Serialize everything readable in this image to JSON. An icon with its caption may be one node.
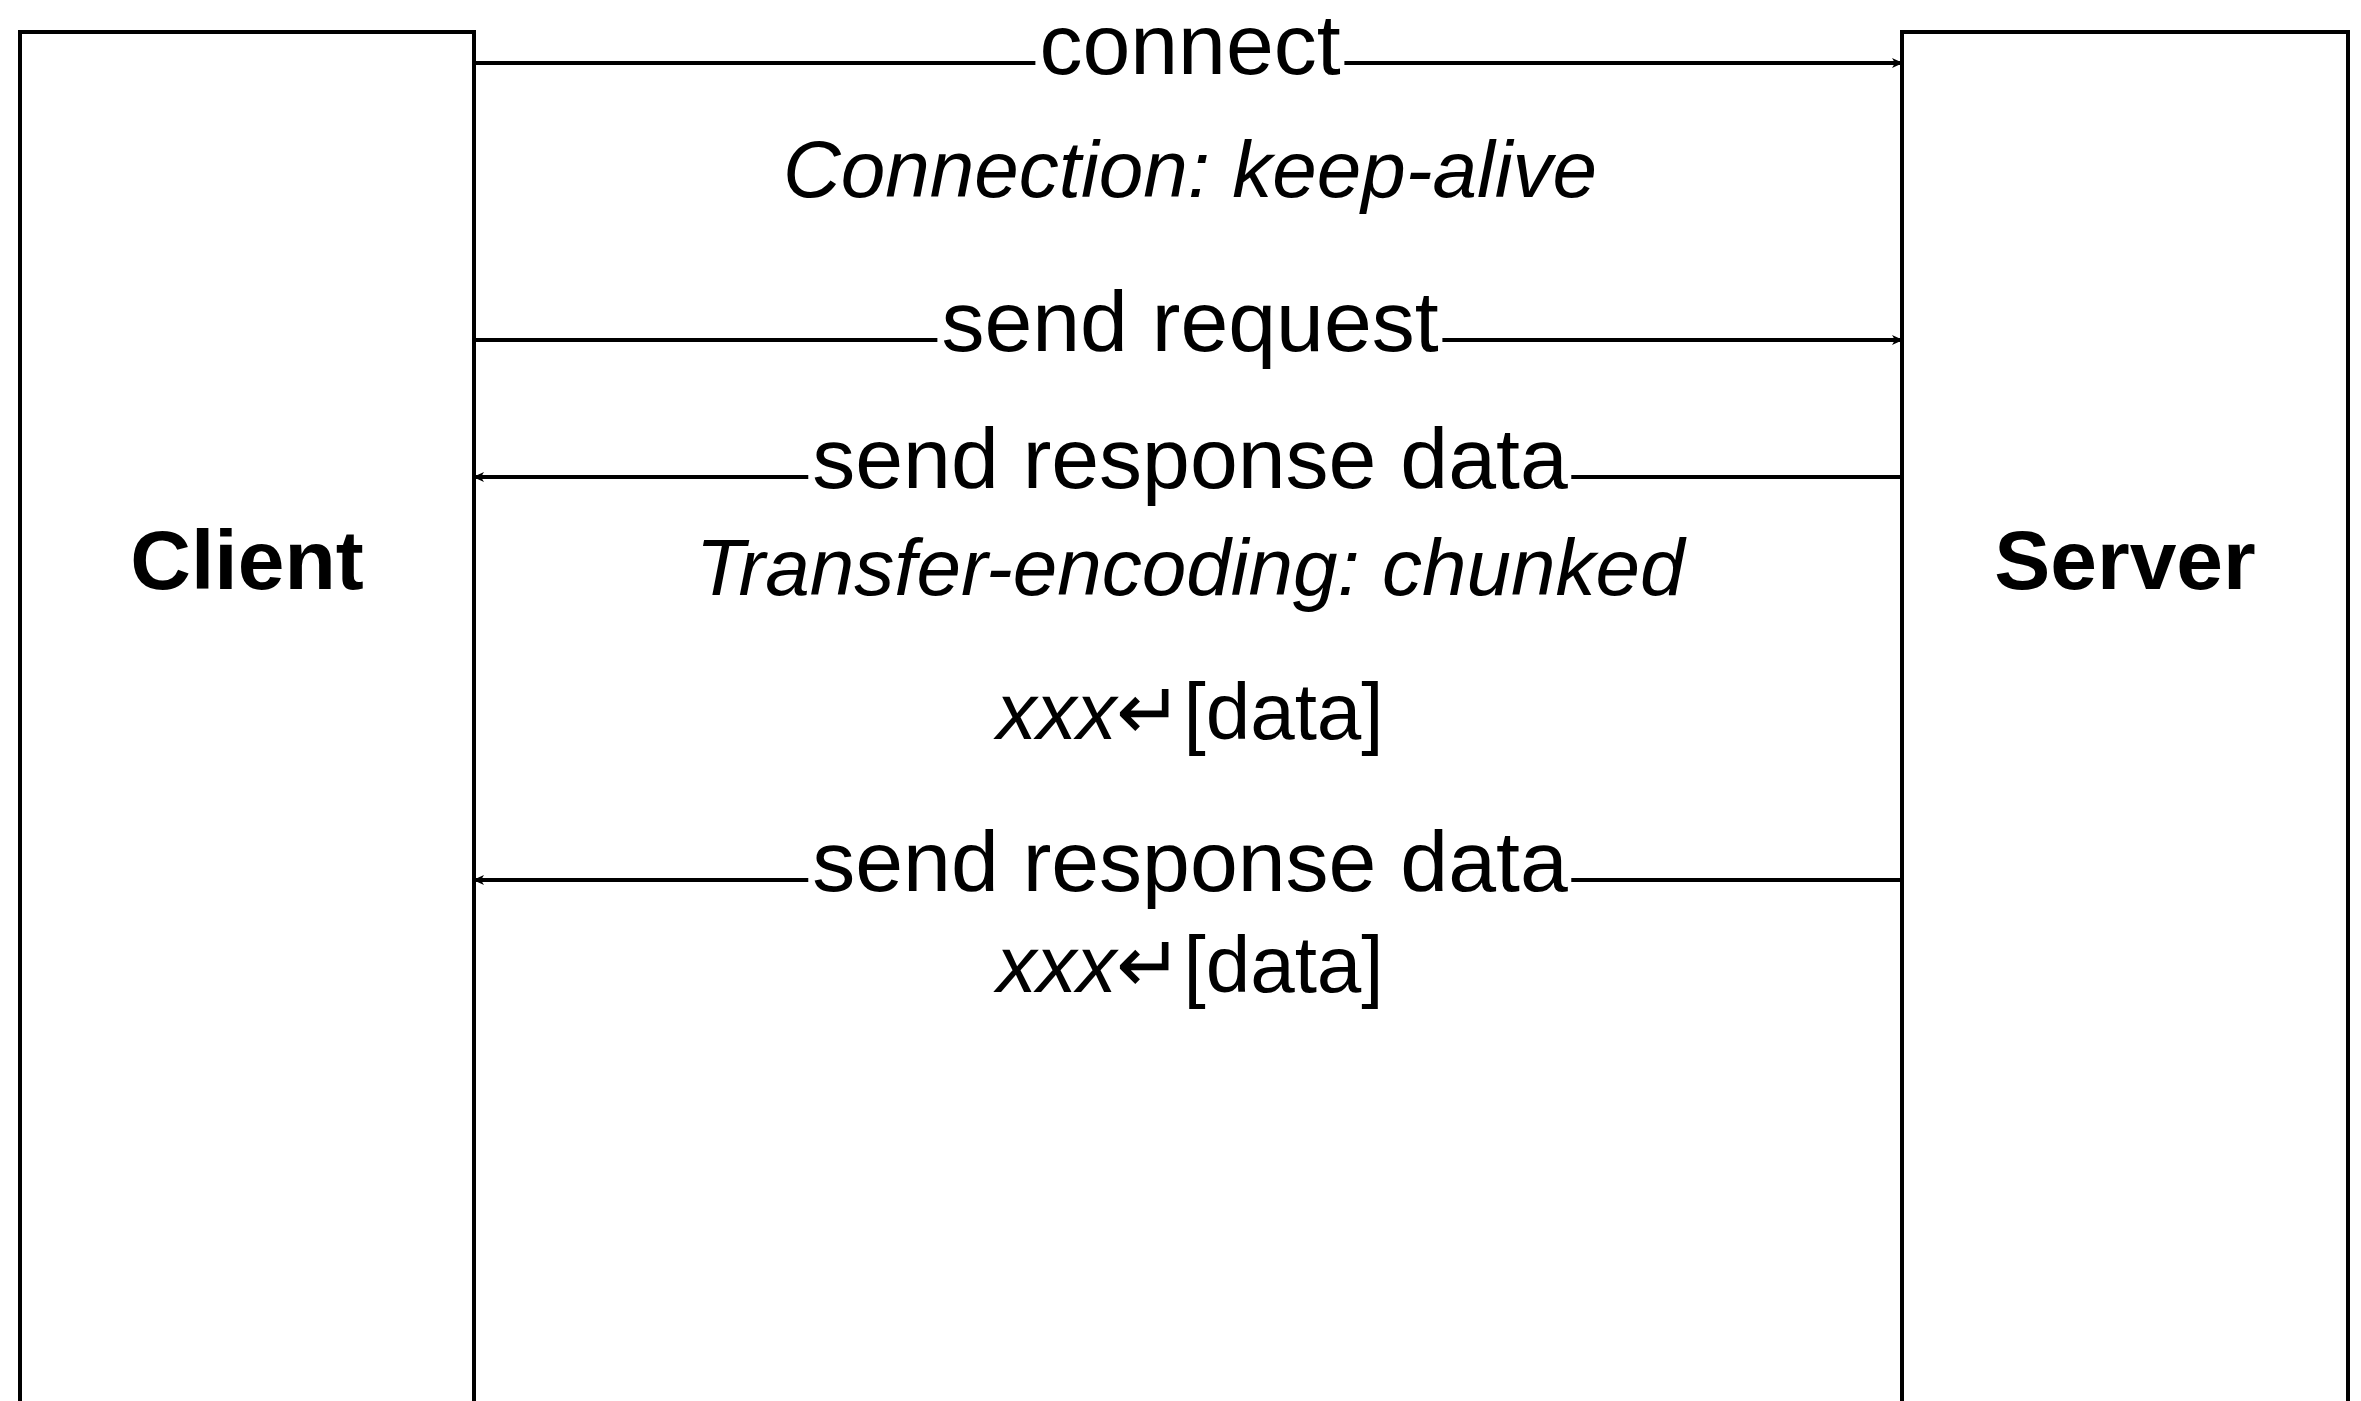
{
  "diagram": {
    "nodes": [
      {
        "text": [
          "Client"
        ]
      },
      {
        "text": [
          "Server"
        ]
      }
    ],
    "edges": [
      {
        "from": 0,
        "to": 1,
        "arrow": "to",
        "label": "connect"
      },
      {
        "from": 0,
        "to": 1,
        "arrow": "to",
        "label": "send request"
      },
      {
        "from": 1,
        "to": 0,
        "arrow": "to",
        "label": "send response data"
      },
      {
        "from": 1,
        "to": 0,
        "arrow": "to",
        "label": "send response data"
      }
    ],
    "labels": [
      "Connection: keep-alive",
      "Transfer-encoding: chunked",
      "*xxx*↵[data]",
      "*xxx*↵[data]"
    ]
  }
}
